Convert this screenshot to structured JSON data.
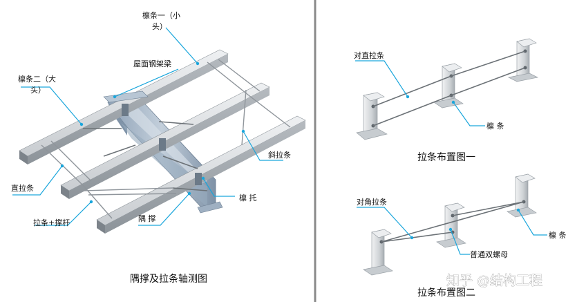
{
  "left_diagram": {
    "caption": "隅撑及拉条轴测图",
    "labels": {
      "purlin_1": "檩条一（小头）",
      "purlin_1_line1": "檩条一（小",
      "purlin_1_line2": "头）",
      "purlin_2_line1": "檩条二（大",
      "purlin_2_line2": "头）",
      "roof_beam": "屋面钢架梁",
      "diagonal_tie": "斜拉条",
      "straight_tie": "直拉条",
      "purlin_bracket": "檩 托",
      "tie_and_strut": "拉条+撑杆",
      "knee_brace": "隅 撑"
    }
  },
  "right_top_diagram": {
    "caption": "拉条布置图一",
    "labels": {
      "straight_tie": "对直拉条",
      "purlin": "檩 条"
    }
  },
  "right_bottom_diagram": {
    "caption": "拉条布置图二",
    "labels": {
      "diagonal_tie": "对角拉条",
      "double_nut": "普通双螺母",
      "purlin": "檩 条"
    }
  },
  "watermark": "知乎 @结构工程",
  "colors": {
    "leader": "#1aa6dc",
    "steel_light": "#dfe2e5",
    "steel_mid": "#b9bec3",
    "steel_dark": "#8d949a",
    "beam_blue": "#a9b8c8",
    "divider": "#8a8a8a"
  }
}
